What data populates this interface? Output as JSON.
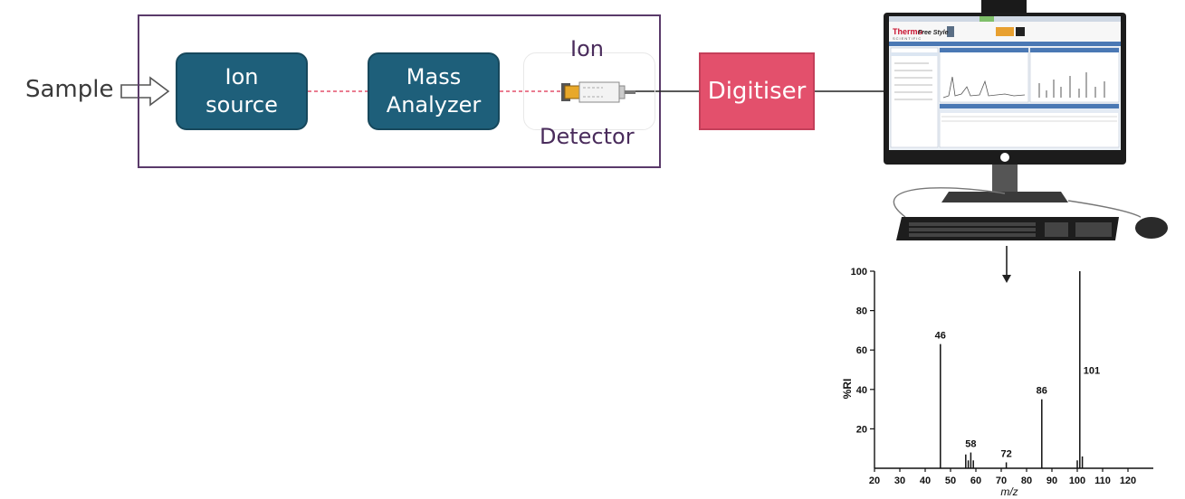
{
  "input_label": "Sample",
  "blocks": {
    "ion_source": [
      "Ion",
      "source"
    ],
    "mass_analyzer": [
      "Mass",
      "Analyzer"
    ],
    "detector_top": "Ion",
    "detector_bottom": "Detector",
    "digitiser": "Digitiser"
  },
  "screen": {
    "logo_line1": "Thermo",
    "logo_line2": "SCIENTIFIC",
    "app_name": "Free Style"
  },
  "colors": {
    "block_fill": "#1e5f7a",
    "digitiser_fill": "#e3506c",
    "frame_stroke": "#5a3a6a",
    "beam": "#e3506c"
  },
  "chart_data": {
    "type": "bar",
    "title": "",
    "xlabel": "m/z",
    "ylabel": "%RI",
    "xlim": [
      20,
      130
    ],
    "ylim": [
      0,
      100
    ],
    "xticks": [
      20,
      30,
      40,
      50,
      60,
      70,
      80,
      90,
      100,
      110,
      120
    ],
    "yticks": [
      20,
      40,
      60,
      80,
      100
    ],
    "peaks": [
      {
        "x": 46,
        "y": 63,
        "label": "46"
      },
      {
        "x": 56,
        "y": 7
      },
      {
        "x": 57,
        "y": 4
      },
      {
        "x": 58,
        "y": 8,
        "label": "58"
      },
      {
        "x": 59,
        "y": 4
      },
      {
        "x": 72,
        "y": 3,
        "label": "72"
      },
      {
        "x": 86,
        "y": 35,
        "label": "86"
      },
      {
        "x": 100,
        "y": 4
      },
      {
        "x": 101,
        "y": 100,
        "label": "101"
      },
      {
        "x": 102,
        "y": 6
      }
    ]
  }
}
